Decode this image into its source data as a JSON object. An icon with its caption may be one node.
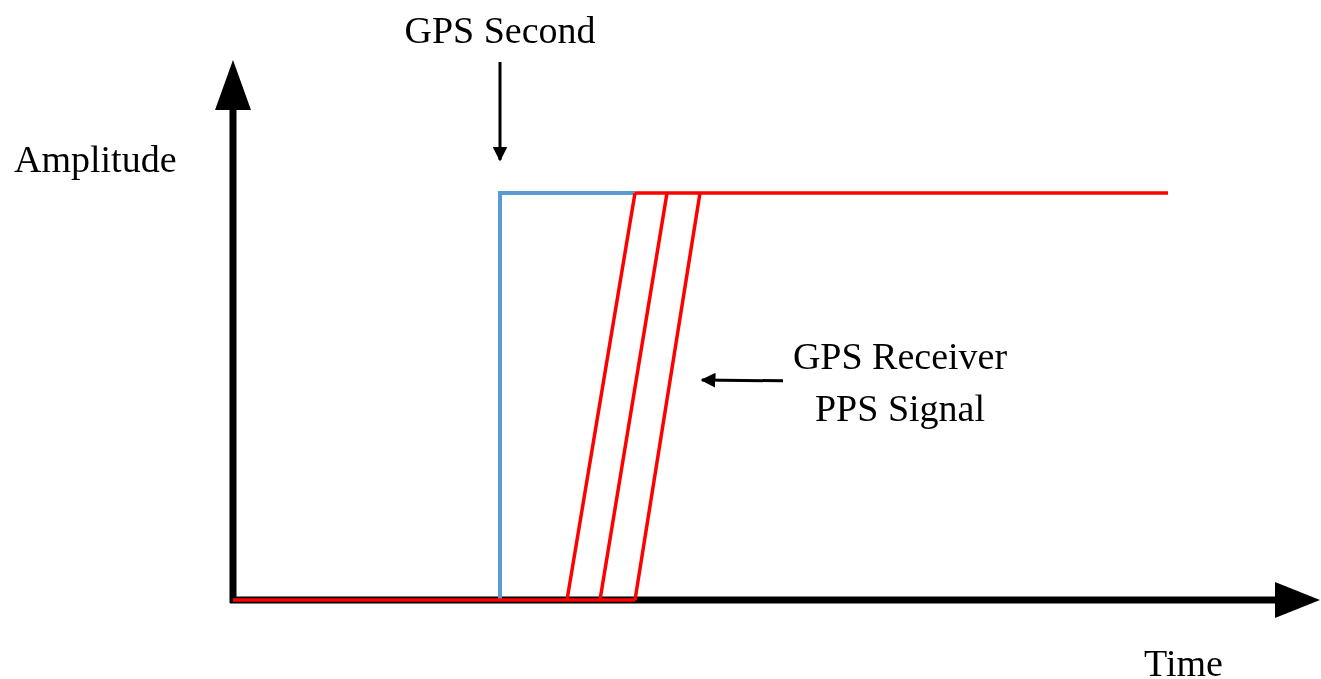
{
  "diagram": {
    "nodes": [
      {
        "text": [
          "GPS Second"
        ]
      },
      {
        "text": [
          "GPS Receiver PPS Signal"
        ]
      }
    ],
    "edges": [
      {
        "from": 0,
        "to": null,
        "arrow": "to"
      },
      {
        "from": 1,
        "to": null,
        "arrow": "to"
      }
    ],
    "labels": [
      "Amplitude",
      "Time"
    ]
  }
}
